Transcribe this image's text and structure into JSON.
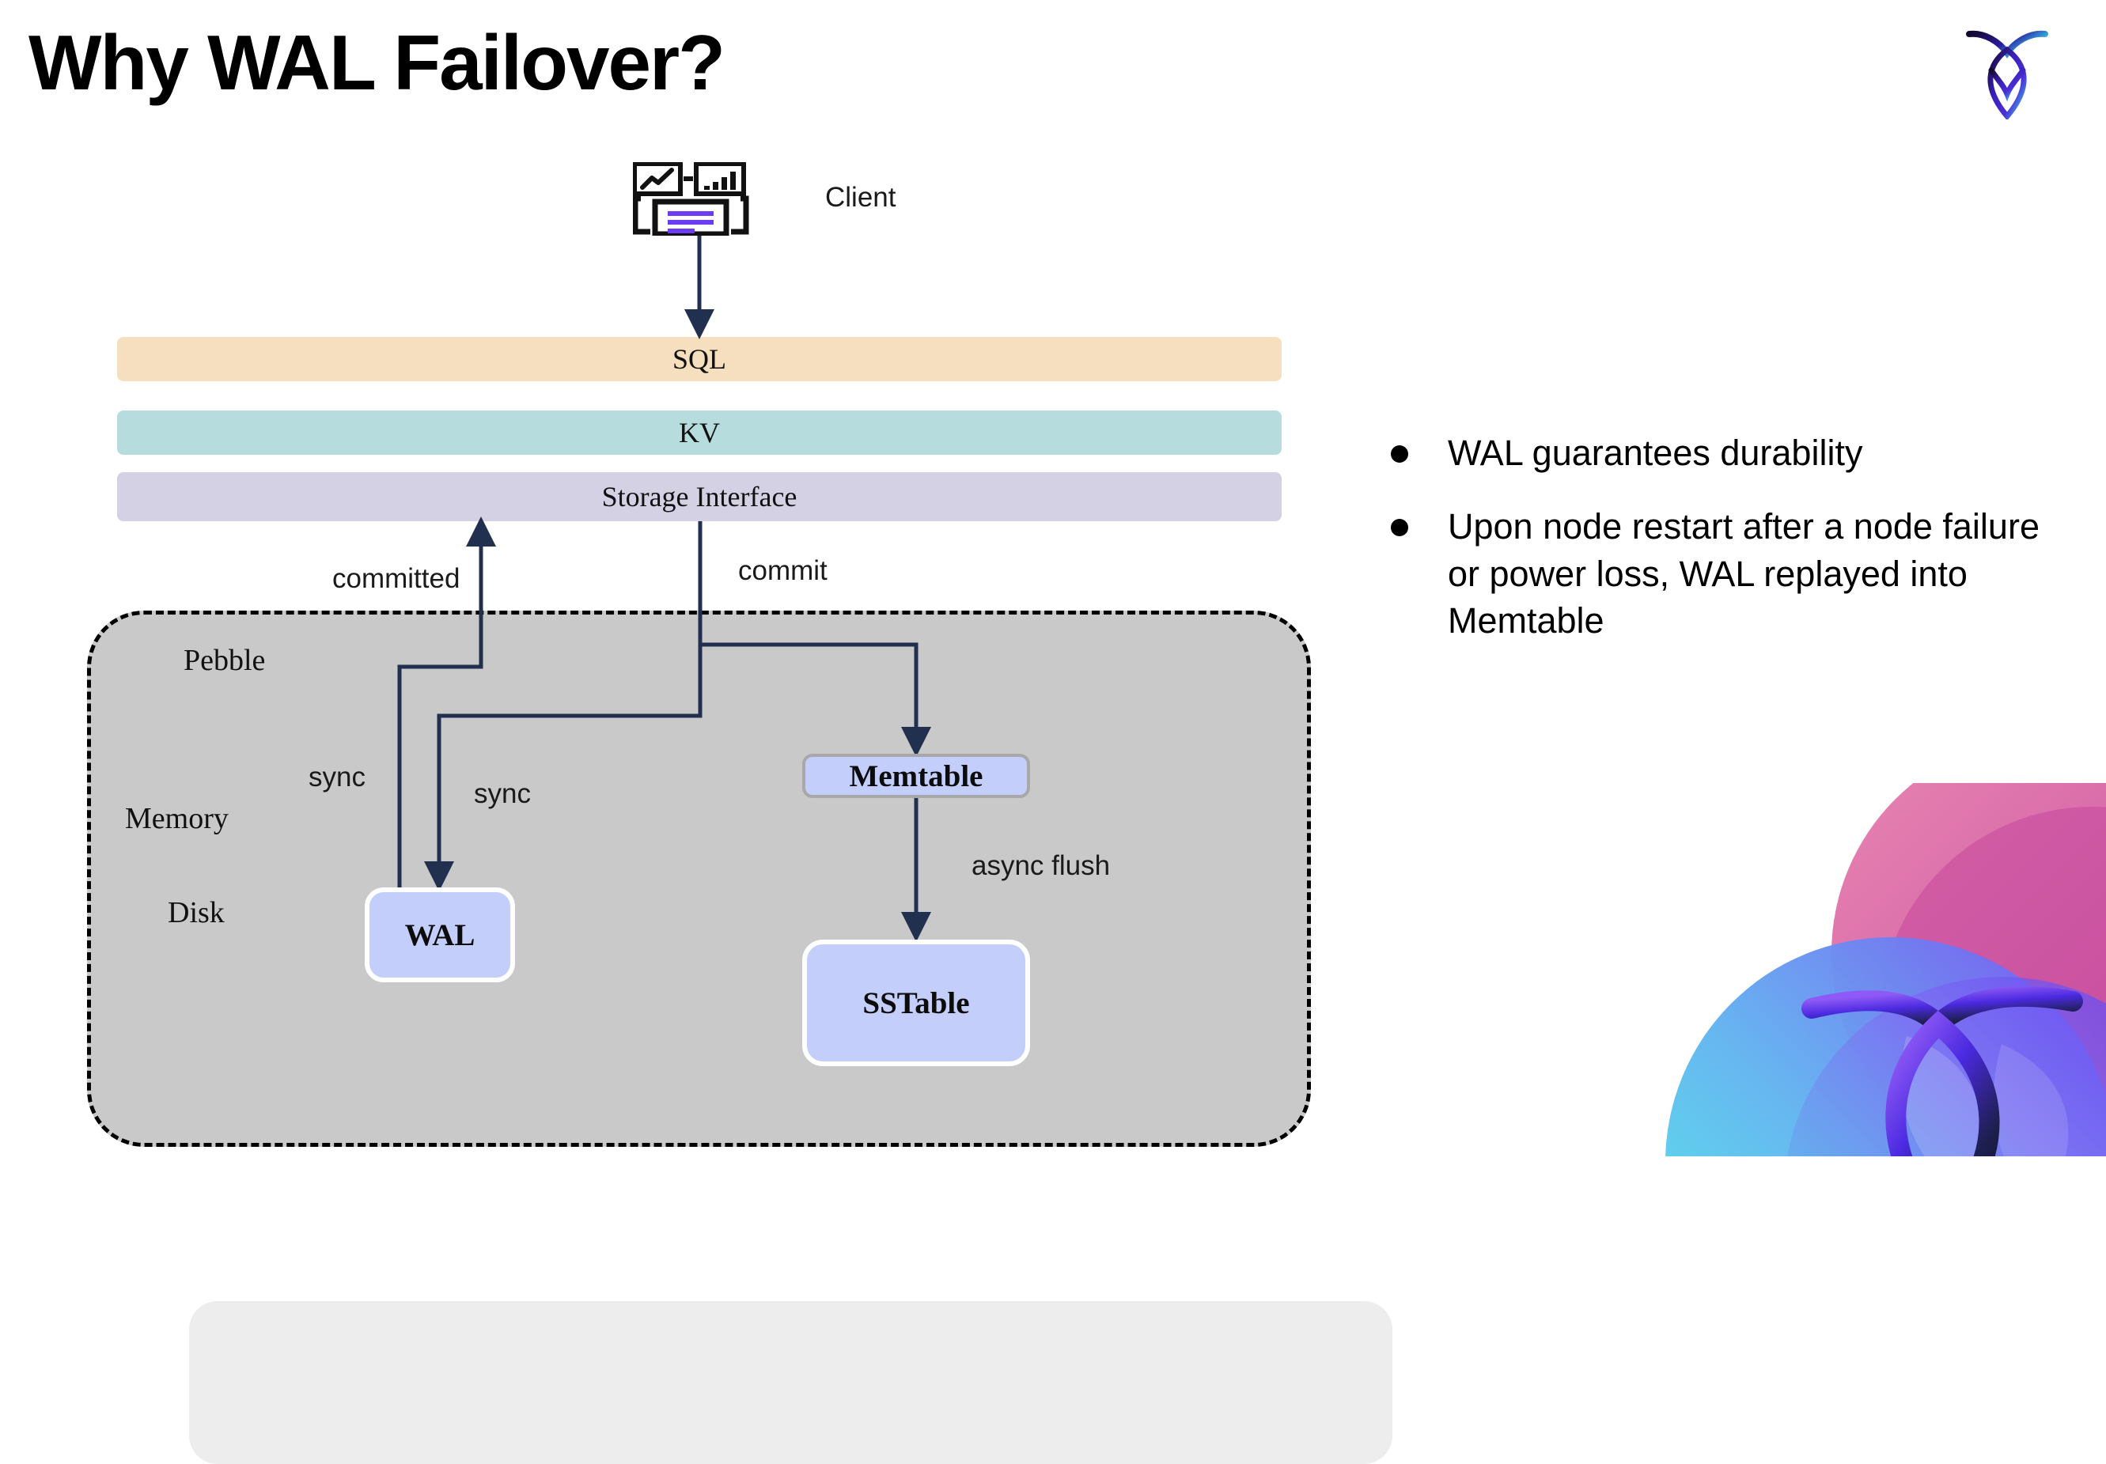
{
  "slide": {
    "title": "Why WAL Failover?"
  },
  "brand": {
    "logo_icon": "cockroach-leaf-logo-icon",
    "corner_art_icon": "cockroach-circles-decoration-icon",
    "gradient": {
      "logo_start": "#1d0b3d",
      "logo_mid": "#4b2fd6",
      "logo_end": "#3fd8ee",
      "pink": "#e05fa0",
      "magenta": "#c0459a",
      "cyan": "#51e9e3",
      "blue": "#5aa6ef",
      "violet": "#6a3bf0",
      "dark": "#16163c"
    }
  },
  "diagram": {
    "client": {
      "label": "Client",
      "icon": "client-analytics-document-icon",
      "accent_color": "#6c3cf5"
    },
    "layers": [
      {
        "id": "sql",
        "label": "SQL",
        "color": "#f5dfbe"
      },
      {
        "id": "kv",
        "label": "KV",
        "color": "#b7dcdd"
      },
      {
        "id": "storage-interface",
        "label": "Storage Interface",
        "color": "#d5d1e4"
      }
    ],
    "container": {
      "label": "Pebble",
      "fill": "#c9c9c9",
      "border_color": "#000000",
      "memory_label": "Memory",
      "memory_fill": "#ededed",
      "disk_label": "Disk"
    },
    "nodes": [
      {
        "id": "memtable",
        "label": "Memtable",
        "fill": "#c3cefb",
        "border": "#a8a8a8"
      },
      {
        "id": "wal",
        "label": "WAL",
        "fill": "#c3cefb",
        "border": "#ffffff"
      },
      {
        "id": "sstable",
        "label": "SSTable",
        "fill": "#c3cefb",
        "border": "#ffffff"
      }
    ],
    "edges": [
      {
        "id": "client-to-sql",
        "label": ""
      },
      {
        "id": "committed",
        "label": "committed"
      },
      {
        "id": "commit",
        "label": "commit"
      },
      {
        "id": "sync-left",
        "label": "sync"
      },
      {
        "id": "sync-right",
        "label": "sync"
      },
      {
        "id": "async-flush",
        "label": "async flush"
      }
    ],
    "edge_color": "#22304f"
  },
  "bullets": [
    {
      "text": "WAL guarantees durability"
    },
    {
      "text": "Upon node restart after a node failure or power loss, WAL replayed into Memtable"
    }
  ]
}
